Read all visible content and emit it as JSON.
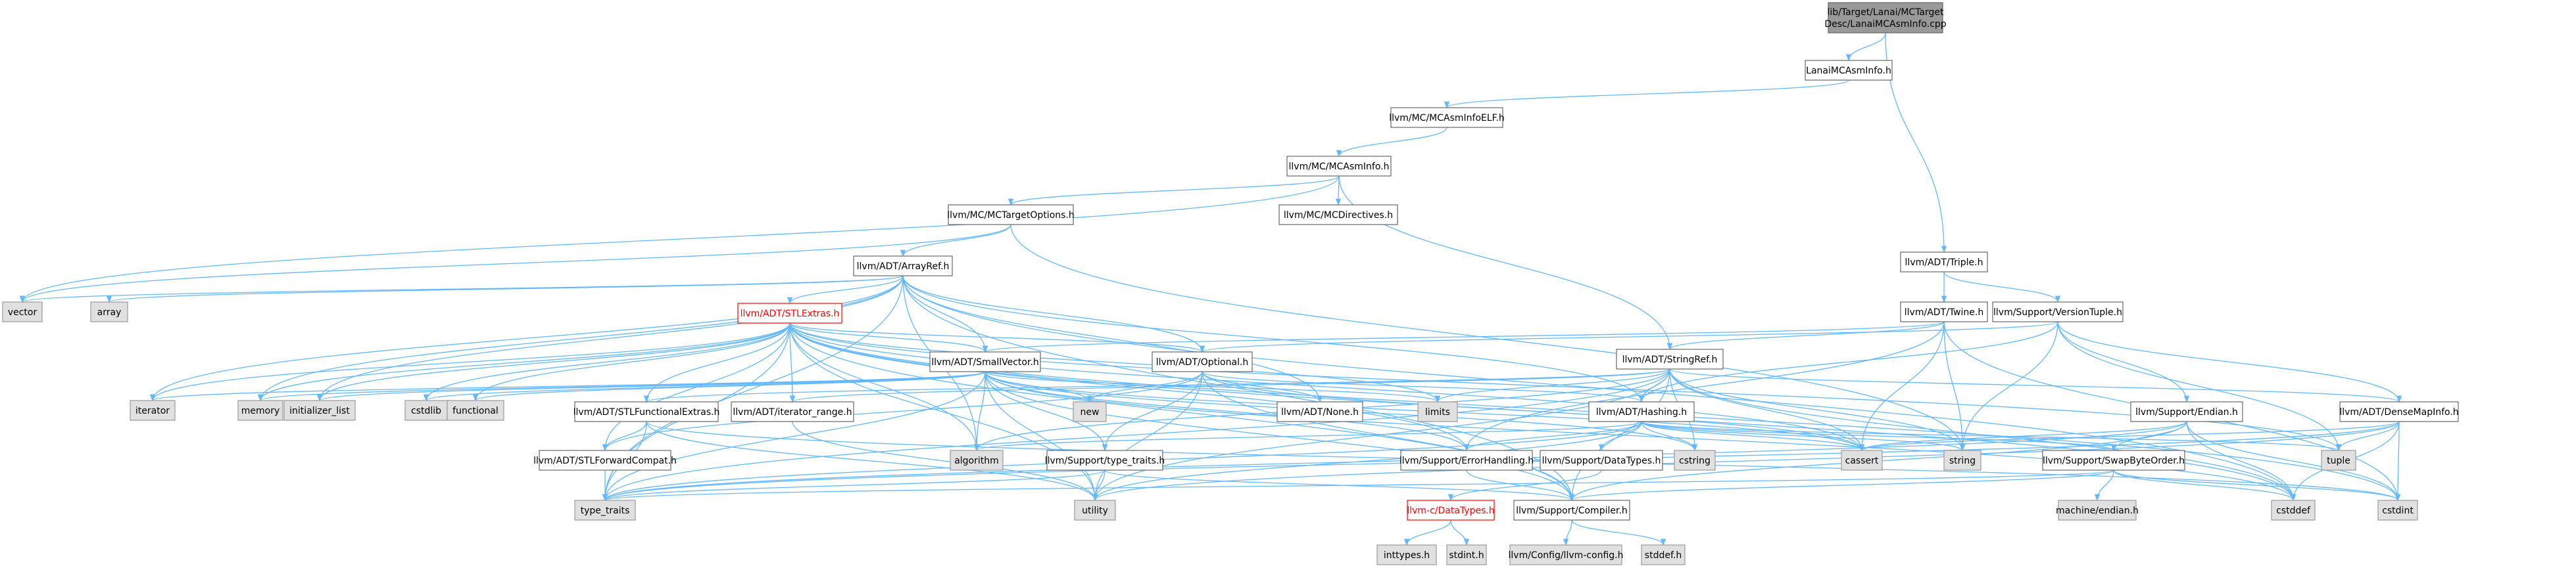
{
  "colors": {
    "edge": "#63b8ff",
    "node_border": "#666666",
    "system_fill": "#e0e0e0",
    "root_fill": "#999999",
    "highlight": "#ff0000"
  },
  "nodes": [
    {
      "id": "root",
      "label": "lib/Target/Lanai/MCTarget Desc/LanaiMCAsmInfo.cpp",
      "kind": "root"
    },
    {
      "id": "lanaih",
      "label": "LanaiMCAsmInfo.h",
      "kind": "file"
    },
    {
      "id": "elf",
      "label": "llvm/MC/MCAsmInfoELF.h",
      "kind": "file"
    },
    {
      "id": "mcasm",
      "label": "llvm/MC/MCAsmInfo.h",
      "kind": "file"
    },
    {
      "id": "tgtopt",
      "label": "llvm/MC/MCTargetOptions.h",
      "kind": "file"
    },
    {
      "id": "mcdir",
      "label": "llvm/MC/MCDirectives.h",
      "kind": "file"
    },
    {
      "id": "triple",
      "label": "llvm/ADT/Triple.h",
      "kind": "file"
    },
    {
      "id": "arrayref",
      "label": "llvm/ADT/ArrayRef.h",
      "kind": "file"
    },
    {
      "id": "twine",
      "label": "llvm/ADT/Twine.h",
      "kind": "file"
    },
    {
      "id": "vtuple",
      "label": "llvm/Support/VersionTuple.h",
      "kind": "file"
    },
    {
      "id": "vector",
      "label": "vector",
      "kind": "sys"
    },
    {
      "id": "array",
      "label": "array",
      "kind": "sys"
    },
    {
      "id": "stlextras",
      "label": "llvm/ADT/STLExtras.h",
      "kind": "red"
    },
    {
      "id": "smallvec",
      "label": "llvm/ADT/SmallVector.h",
      "kind": "file"
    },
    {
      "id": "optional",
      "label": "llvm/ADT/Optional.h",
      "kind": "file"
    },
    {
      "id": "stringref",
      "label": "llvm/ADT/StringRef.h",
      "kind": "file"
    },
    {
      "id": "endian",
      "label": "llvm/Support/Endian.h",
      "kind": "file"
    },
    {
      "id": "densemap",
      "label": "llvm/ADT/DenseMapInfo.h",
      "kind": "file"
    },
    {
      "id": "iterator",
      "label": "iterator",
      "kind": "sys"
    },
    {
      "id": "memory",
      "label": "memory",
      "kind": "sys"
    },
    {
      "id": "initlist",
      "label": "initializer_list",
      "kind": "sys"
    },
    {
      "id": "cstdlib",
      "label": "cstdlib",
      "kind": "sys"
    },
    {
      "id": "functional",
      "label": "functional",
      "kind": "sys"
    },
    {
      "id": "stlfunc",
      "label": "llvm/ADT/STLFunctionalExtras.h",
      "kind": "file"
    },
    {
      "id": "itrange",
      "label": "llvm/ADT/iterator_range.h",
      "kind": "file"
    },
    {
      "id": "new",
      "label": "new",
      "kind": "sys"
    },
    {
      "id": "limits",
      "label": "limits",
      "kind": "sys"
    },
    {
      "id": "none",
      "label": "llvm/ADT/None.h",
      "kind": "file"
    },
    {
      "id": "hashing",
      "label": "llvm/ADT/Hashing.h",
      "kind": "file"
    },
    {
      "id": "stlfwd",
      "label": "llvm/ADT/STLForwardCompat.h",
      "kind": "file"
    },
    {
      "id": "algorithm",
      "label": "algorithm",
      "kind": "sys"
    },
    {
      "id": "typetraitsh",
      "label": "llvm/Support/type_traits.h",
      "kind": "file"
    },
    {
      "id": "errhand",
      "label": "llvm/Support/ErrorHandling.h",
      "kind": "file"
    },
    {
      "id": "datatypes",
      "label": "llvm/Support/DataTypes.h",
      "kind": "file"
    },
    {
      "id": "cstring",
      "label": "cstring",
      "kind": "sys"
    },
    {
      "id": "cassert",
      "label": "cassert",
      "kind": "sys"
    },
    {
      "id": "string",
      "label": "string",
      "kind": "sys"
    },
    {
      "id": "swapbyte",
      "label": "llvm/Support/SwapByteOrder.h",
      "kind": "file"
    },
    {
      "id": "tuple",
      "label": "tuple",
      "kind": "sys"
    },
    {
      "id": "type_traits",
      "label": "type_traits",
      "kind": "sys"
    },
    {
      "id": "utility",
      "label": "utility",
      "kind": "sys"
    },
    {
      "id": "compiler",
      "label": "llvm/Support/Compiler.h",
      "kind": "file"
    },
    {
      "id": "cdatatypes",
      "label": "llvm-c/DataTypes.h",
      "kind": "red"
    },
    {
      "id": "machendian",
      "label": "machine/endian.h",
      "kind": "sys"
    },
    {
      "id": "cstddef",
      "label": "cstddef",
      "kind": "sys"
    },
    {
      "id": "cstdint",
      "label": "cstdint",
      "kind": "sys"
    },
    {
      "id": "inttypes",
      "label": "inttypes.h",
      "kind": "sys"
    },
    {
      "id": "stdint",
      "label": "stdint.h",
      "kind": "sys"
    },
    {
      "id": "llvmconfig",
      "label": "llvm/Config/llvm-config.h",
      "kind": "sys"
    },
    {
      "id": "stddef",
      "label": "stddef.h",
      "kind": "sys"
    }
  ],
  "edges": [
    [
      "root",
      "lanaih"
    ],
    [
      "root",
      "triple"
    ],
    [
      "lanaih",
      "elf"
    ],
    [
      "elf",
      "mcasm"
    ],
    [
      "mcasm",
      "tgtopt"
    ],
    [
      "mcasm",
      "mcdir"
    ],
    [
      "mcasm",
      "vector"
    ],
    [
      "mcasm",
      "stringref"
    ],
    [
      "tgtopt",
      "arrayref"
    ],
    [
      "tgtopt",
      "vector"
    ],
    [
      "tgtopt",
      "string"
    ],
    [
      "triple",
      "twine"
    ],
    [
      "triple",
      "vtuple"
    ],
    [
      "arrayref",
      "stlextras"
    ],
    [
      "arrayref",
      "smallvec"
    ],
    [
      "arrayref",
      "optional"
    ],
    [
      "arrayref",
      "hashing"
    ],
    [
      "arrayref",
      "vector"
    ],
    [
      "arrayref",
      "array"
    ],
    [
      "arrayref",
      "iterator"
    ],
    [
      "arrayref",
      "memory"
    ],
    [
      "arrayref",
      "initlist"
    ],
    [
      "arrayref",
      "algorithm"
    ],
    [
      "arrayref",
      "type_traits"
    ],
    [
      "arrayref",
      "cstddef"
    ],
    [
      "arrayref",
      "none"
    ],
    [
      "arrayref",
      "compiler"
    ],
    [
      "stlextras",
      "smallvec"
    ],
    [
      "stlextras",
      "optional"
    ],
    [
      "stlextras",
      "stlfunc"
    ],
    [
      "stlextras",
      "itrange"
    ],
    [
      "stlextras",
      "stlfwd"
    ],
    [
      "stlextras",
      "iterator"
    ],
    [
      "stlextras",
      "memory"
    ],
    [
      "stlextras",
      "initlist"
    ],
    [
      "stlextras",
      "cstdlib"
    ],
    [
      "stlextras",
      "functional"
    ],
    [
      "stlextras",
      "limits"
    ],
    [
      "stlextras",
      "algorithm"
    ],
    [
      "stlextras",
      "type_traits"
    ],
    [
      "stlextras",
      "utility"
    ],
    [
      "stlextras",
      "cassert"
    ],
    [
      "stlextras",
      "tuple"
    ],
    [
      "stlextras",
      "cstddef"
    ],
    [
      "stlextras",
      "cstdint"
    ],
    [
      "stlextras",
      "errhand"
    ],
    [
      "stlextras",
      "compiler"
    ],
    [
      "smallvec",
      "compiler"
    ],
    [
      "smallvec",
      "type_traits"
    ],
    [
      "smallvec",
      "algorithm"
    ],
    [
      "smallvec",
      "cassert"
    ],
    [
      "smallvec",
      "cstddef"
    ],
    [
      "smallvec",
      "cstdlib"
    ],
    [
      "smallvec",
      "cstring"
    ],
    [
      "smallvec",
      "functional"
    ],
    [
      "smallvec",
      "initlist"
    ],
    [
      "smallvec",
      "iterator"
    ],
    [
      "smallvec",
      "limits"
    ],
    [
      "smallvec",
      "memory"
    ],
    [
      "smallvec",
      "new"
    ],
    [
      "smallvec",
      "utility"
    ],
    [
      "smallvec",
      "typetraitsh"
    ],
    [
      "smallvec",
      "errhand"
    ],
    [
      "optional",
      "hashing"
    ],
    [
      "optional",
      "none"
    ],
    [
      "optional",
      "stlfwd"
    ],
    [
      "optional",
      "compiler"
    ],
    [
      "optional",
      "typetraitsh"
    ],
    [
      "optional",
      "cassert"
    ],
    [
      "optional",
      "new"
    ],
    [
      "optional",
      "utility"
    ],
    [
      "twine",
      "smallvec"
    ],
    [
      "twine",
      "stringref"
    ],
    [
      "twine",
      "errhand"
    ],
    [
      "twine",
      "cassert"
    ],
    [
      "twine",
      "cstdint"
    ],
    [
      "twine",
      "string"
    ],
    [
      "vtuple",
      "densemap"
    ],
    [
      "vtuple",
      "hashing"
    ],
    [
      "vtuple",
      "optional"
    ],
    [
      "vtuple",
      "endian"
    ],
    [
      "vtuple",
      "string"
    ],
    [
      "vtuple",
      "tuple"
    ],
    [
      "stringref",
      "stlfunc"
    ],
    [
      "stringref",
      "itrange"
    ],
    [
      "stringref",
      "compiler"
    ],
    [
      "stringref",
      "algorithm"
    ],
    [
      "stringref",
      "cassert"
    ],
    [
      "stringref",
      "cstddef"
    ],
    [
      "stringref",
      "cstring"
    ],
    [
      "stringref",
      "limits"
    ],
    [
      "stringref",
      "string"
    ],
    [
      "stringref",
      "type_traits"
    ],
    [
      "stringref",
      "utility"
    ],
    [
      "stringref",
      "densemap"
    ],
    [
      "stringref",
      "hashing"
    ],
    [
      "stlfunc",
      "stlfwd"
    ],
    [
      "stlfunc",
      "type_traits"
    ],
    [
      "stlfunc",
      "utility"
    ],
    [
      "stlfunc",
      "cstdint"
    ],
    [
      "itrange",
      "utility"
    ],
    [
      "stlfwd",
      "type_traits"
    ],
    [
      "hashing",
      "errhand"
    ],
    [
      "hashing",
      "datatypes"
    ],
    [
      "hashing",
      "swapbyte"
    ],
    [
      "hashing",
      "type_traits"
    ],
    [
      "hashing",
      "algorithm"
    ],
    [
      "hashing",
      "cassert"
    ],
    [
      "hashing",
      "cstring"
    ],
    [
      "hashing",
      "string"
    ],
    [
      "hashing",
      "tuple"
    ],
    [
      "hashing",
      "utility"
    ],
    [
      "typetraitsh",
      "compiler"
    ],
    [
      "typetraitsh",
      "type_traits"
    ],
    [
      "typetraitsh",
      "utility"
    ],
    [
      "errhand",
      "compiler"
    ],
    [
      "datatypes",
      "cdatatypes"
    ],
    [
      "cdatatypes",
      "inttypes"
    ],
    [
      "cdatatypes",
      "stdint"
    ],
    [
      "compiler",
      "llvmconfig"
    ],
    [
      "compiler",
      "stddef"
    ],
    [
      "endian",
      "swapbyte"
    ],
    [
      "endian",
      "compiler"
    ],
    [
      "endian",
      "cassert"
    ],
    [
      "endian",
      "cstddef"
    ],
    [
      "endian",
      "cstdint"
    ],
    [
      "endian",
      "type_traits"
    ],
    [
      "swapbyte",
      "compiler"
    ],
    [
      "swapbyte",
      "cstddef"
    ],
    [
      "swapbyte",
      "cstdint"
    ],
    [
      "swapbyte",
      "type_traits"
    ],
    [
      "swapbyte",
      "machendian"
    ],
    [
      "densemap",
      "cassert"
    ],
    [
      "densemap",
      "cstddef"
    ],
    [
      "densemap",
      "cstdint"
    ],
    [
      "densemap",
      "tuple"
    ],
    [
      "densemap",
      "type_traits"
    ],
    [
      "densemap",
      "utility"
    ]
  ]
}
